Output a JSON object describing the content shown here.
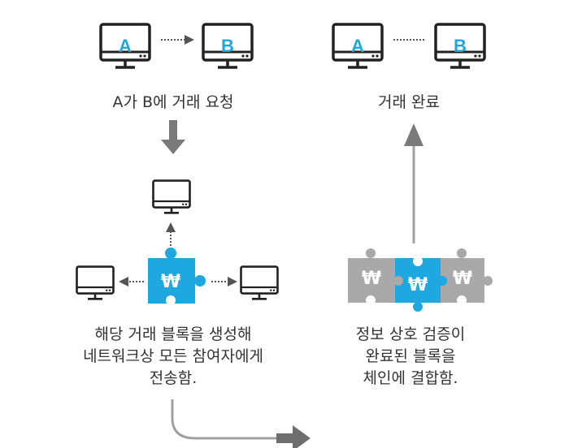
{
  "colors": {
    "accent": "#1fa8e0",
    "gray": "#a9a9a9",
    "arrow": "#808080",
    "text": "#333333"
  },
  "step1": {
    "monitor_a": "A",
    "monitor_b": "B",
    "caption": "A가 B에 거래 요청"
  },
  "step2": {
    "block_symbol": "₩",
    "caption_lines": [
      "해당 거래 블록을 생성해",
      "네트워크상 모든 참여자에게",
      "전송함."
    ]
  },
  "step3": {
    "block_symbols": [
      "₩",
      "₩",
      "₩"
    ],
    "caption_lines": [
      "정보 상호 검증이",
      "완료된 블록을",
      "체인에 결합함."
    ]
  },
  "step4": {
    "monitor_a": "A",
    "monitor_b": "B",
    "caption": "거래 완료"
  }
}
